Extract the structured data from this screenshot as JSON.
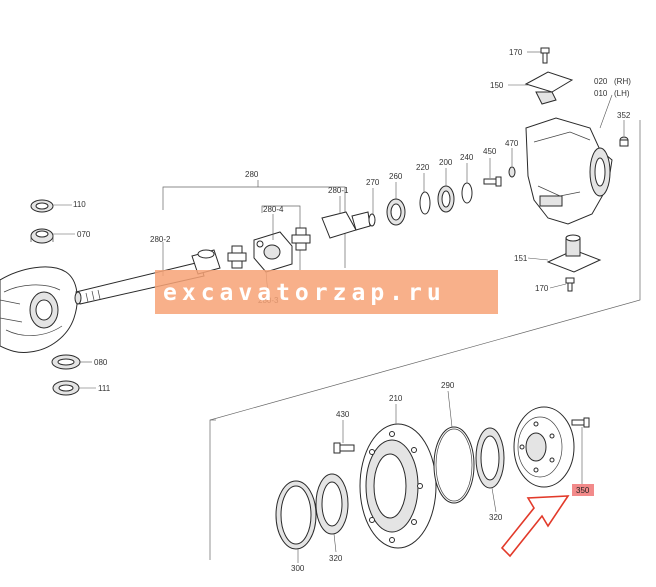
{
  "diagram": {
    "labels": {
      "p170_top": "170",
      "p150": "150",
      "p020": "020",
      "p020_side": "(RH)",
      "p010": "010",
      "p010_side": "(LH)",
      "p352": "352",
      "p450": "450",
      "p470": "470",
      "p240": "240",
      "p200": "200",
      "p220": "220",
      "p260": "260",
      "p270": "270",
      "p280": "280",
      "p280_1": "280-1",
      "p280_2": "280-2",
      "p280_3": "280-3",
      "p280_4": "280-4",
      "p110": "110",
      "p070": "070",
      "p080": "080",
      "p111": "111",
      "p151": "151",
      "p170_bottom": "170",
      "p430": "430",
      "p210": "210",
      "p290": "290",
      "p320_right": "320",
      "p320_left": "320",
      "p300": "300",
      "p350": "350"
    },
    "highlight_color": "#f28a8a",
    "arrow_color": "#e23a2a"
  },
  "watermark": {
    "text": "excavatorzap.ru",
    "color": "#f7a276"
  }
}
